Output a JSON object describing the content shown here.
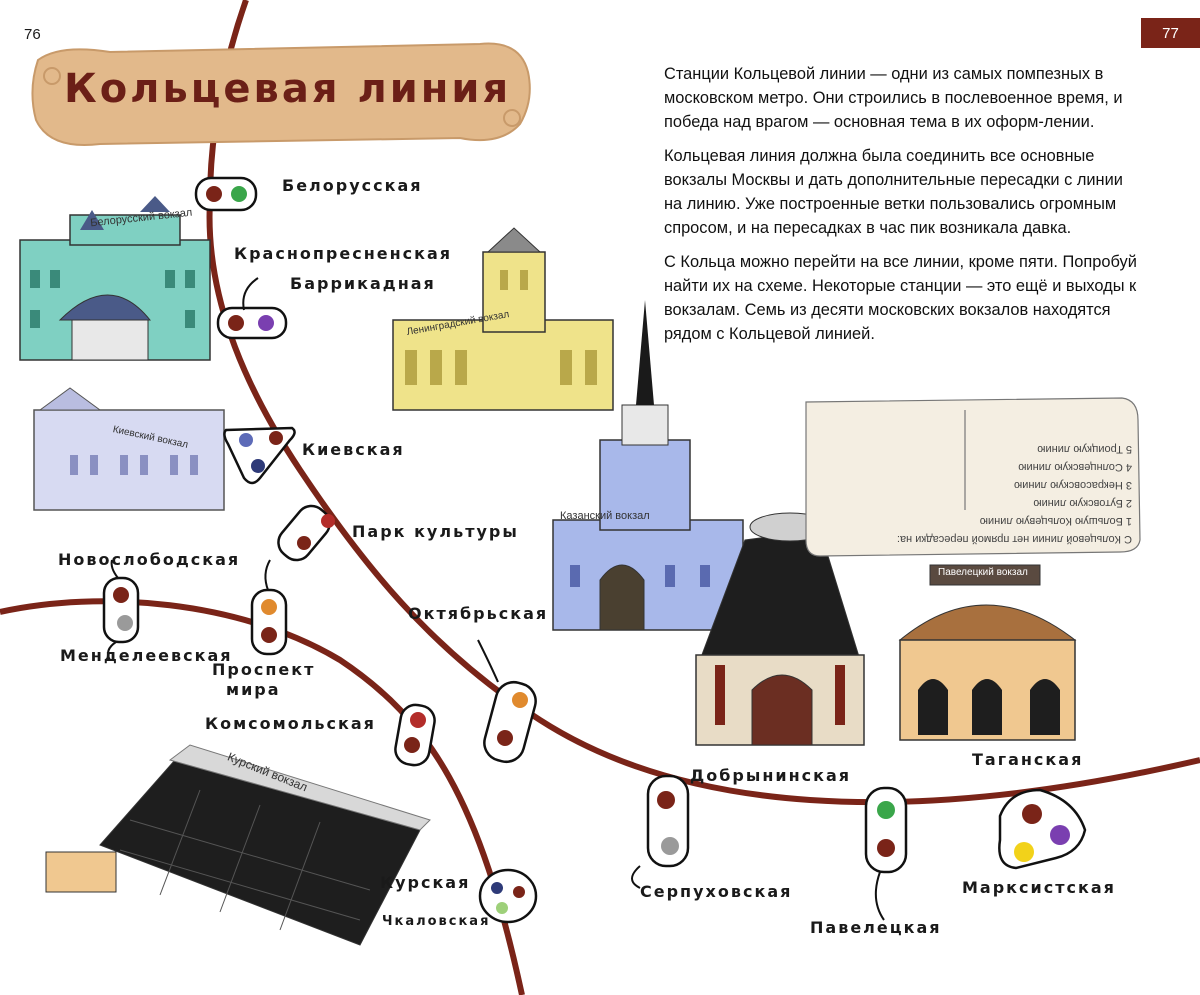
{
  "pages": {
    "left": "76",
    "right": "77"
  },
  "title": "Кольцевая линия",
  "paragraphs": [
    "Станции Кольцевой линии — одни из самых помпезных в московском метро. Они строились в послевоенное время, и победа над врагом — основная тема в их оформ-лении.",
    "Кольцевая линия должна была соединить все основные вокзалы Москвы и дать дополнительные пересадки с линии на линию. Уже построенные ветки пользовались огромным спросом, и на пересадках в час пик возникала давка.",
    "С Кольца можно перейти на все линии, кроме пяти. Попробуй найти их на схеме. Некоторые станции — это ещё и выходы к вокзалам. Семь из десяти московских вокзалов находятся рядом с Кольцевой линией."
  ],
  "stations": {
    "belorusskaya": "Белорусская",
    "krasnopresnenskaya": "Краснопресненская",
    "barrikadnaya": "Баррикадная",
    "kievskaya": "Киевская",
    "park_kultury": "Парк культуры",
    "novoslobodskaya": "Новослободская",
    "mendeleevskaya": "Менделеевская",
    "prospekt_mira_1": "Проспект",
    "prospekt_mira_2": "мира",
    "oktyabrskaya": "Октябрьская",
    "komsomolskaya": "Комсомольская",
    "kurskaya": "Курская",
    "chkalovskaya": "Чкаловская",
    "dobryninskaya": "Добрынинская",
    "serpukhovskaya": "Серпуховская",
    "paveletskaya": "Павелецкая",
    "taganskaya": "Таганская",
    "marksistskaya": "Марксистская"
  },
  "buildings": {
    "belorussky": "Белорусский вокзал",
    "leningradsky": "Ленинградский вокзал",
    "kievsky": "Киевский вокзал",
    "kazansky": "Казанский вокзал",
    "kursky": "Курский вокзал",
    "paveletsky": "Павелецкий вокзал"
  },
  "note_mirrored": {
    "heading": "С Кольцевой линии нет прямой пересадки на:",
    "items": [
      "1 Большую Кольцевую линию",
      "2 Бутовскую линию",
      "3 Некрасовскую линию",
      "4 Солнцевскую линию",
      "5 Троицкую линию"
    ]
  },
  "colors": {
    "ring_line": "#7a2418",
    "title_banner": "#e2b98b",
    "title_text": "#6b1f17",
    "page_badge": "#7a2418",
    "line_brown": "#7a2418",
    "line_green": "#3aa64a",
    "line_purple": "#7a3fb0",
    "line_blue": "#5d6bb8",
    "line_red": "#b32d2a",
    "line_orange": "#e08a2e",
    "line_grey": "#9a9a9a",
    "line_navy": "#2e3a78",
    "line_lightgreen": "#9ed07a",
    "line_yellow": "#f2d21a"
  }
}
